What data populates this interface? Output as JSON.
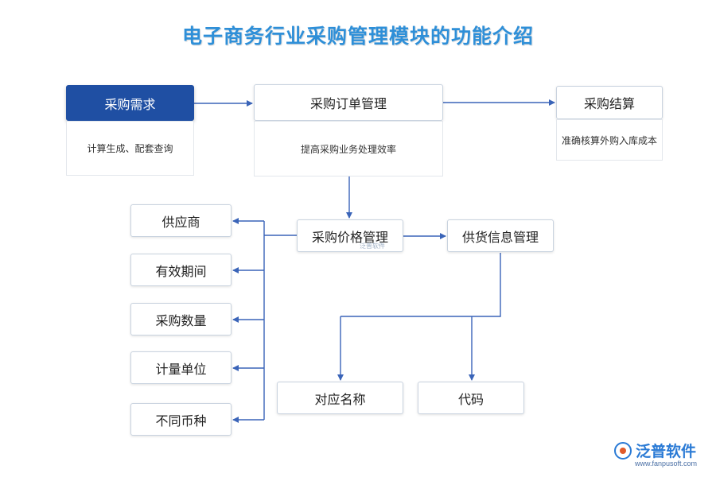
{
  "title": "电子商务行业采购管理模块的功能介绍",
  "nodes": {
    "demand": "采购需求",
    "demand_desc": "计算生成、配套查询",
    "order": "采购订单管理",
    "order_desc": "提高采购业务处理效率",
    "settle": "采购结算",
    "settle_desc": "准确核算外购入库成本",
    "price": "采购价格管理",
    "supply_info": "供货信息管理",
    "supplier": "供应商",
    "validity": "有效期间",
    "quantity": "采购数量",
    "unit": "计量单位",
    "currency": "不同币种",
    "name": "对应名称",
    "code": "代码"
  },
  "watermark": "泛普软件",
  "logo": {
    "text": "泛普软件",
    "url": "www.fanpusoft.com"
  },
  "colors": {
    "title": "#2e8fd8",
    "primary": "#1f4fa3",
    "connector": "#3a64b8"
  }
}
